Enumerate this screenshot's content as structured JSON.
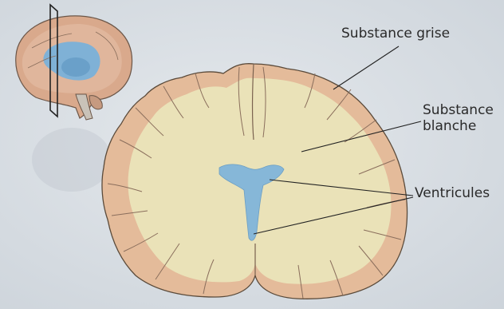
{
  "labels": {
    "grey_matter_line1": "Substance grise",
    "white_matter_line1": "Substance",
    "white_matter_line2": "blanche",
    "ventricles": "Ventricules"
  },
  "colors": {
    "background": "#d8dde3",
    "grey_matter": "#e4bb9a",
    "white_matter": "#eae2b8",
    "ventricle": "#86b7d8",
    "outline": "#5a4a3a",
    "leader_line": "#222222"
  }
}
